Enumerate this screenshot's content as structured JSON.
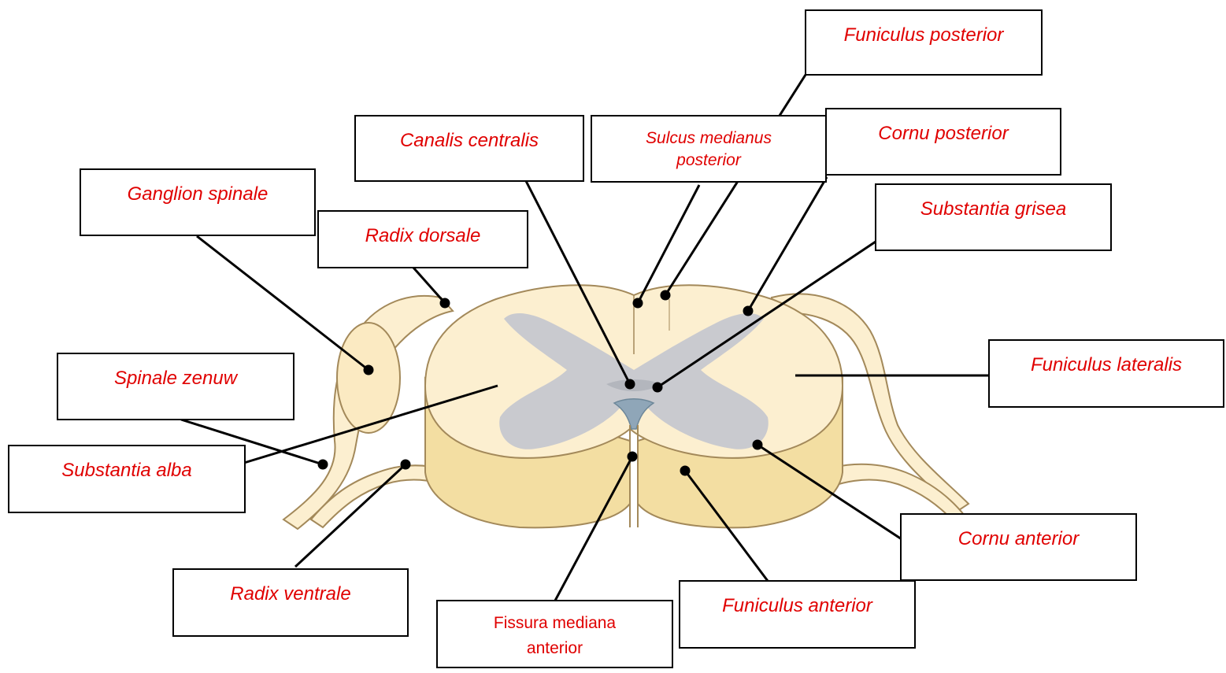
{
  "colors": {
    "label_text": "#e00000",
    "box_border": "#000000",
    "white_matter": "#fcefd0",
    "white_matter_side": "#f3dea2",
    "outline": "#a3895a",
    "grey_matter": "#c9cacf",
    "central_canal": "#8fa6b8",
    "leader_line": "#000000"
  },
  "labels": {
    "funiculus_posterior": "Funiculus posterior",
    "canalis_centralis": "Canalis centralis",
    "sulcus_medianus_posterior": "Sulcus medianus posterior",
    "cornu_posterior": "Cornu posterior",
    "ganglion_spinale": "Ganglion spinale",
    "radix_dorsale": "Radix dorsale",
    "substantia_grisea": "Substantia grisea",
    "spinale_zenuw": "Spinale zenuw",
    "funiculus_lateralis": "Funiculus lateralis",
    "substantia_alba": "Substantia alba",
    "cornu_anterior": "Cornu anterior",
    "radix_ventrale": "Radix ventrale",
    "funiculus_anterior": "Funiculus anterior",
    "fissura_mediana_anterior": "Fissura mediana anterior"
  }
}
